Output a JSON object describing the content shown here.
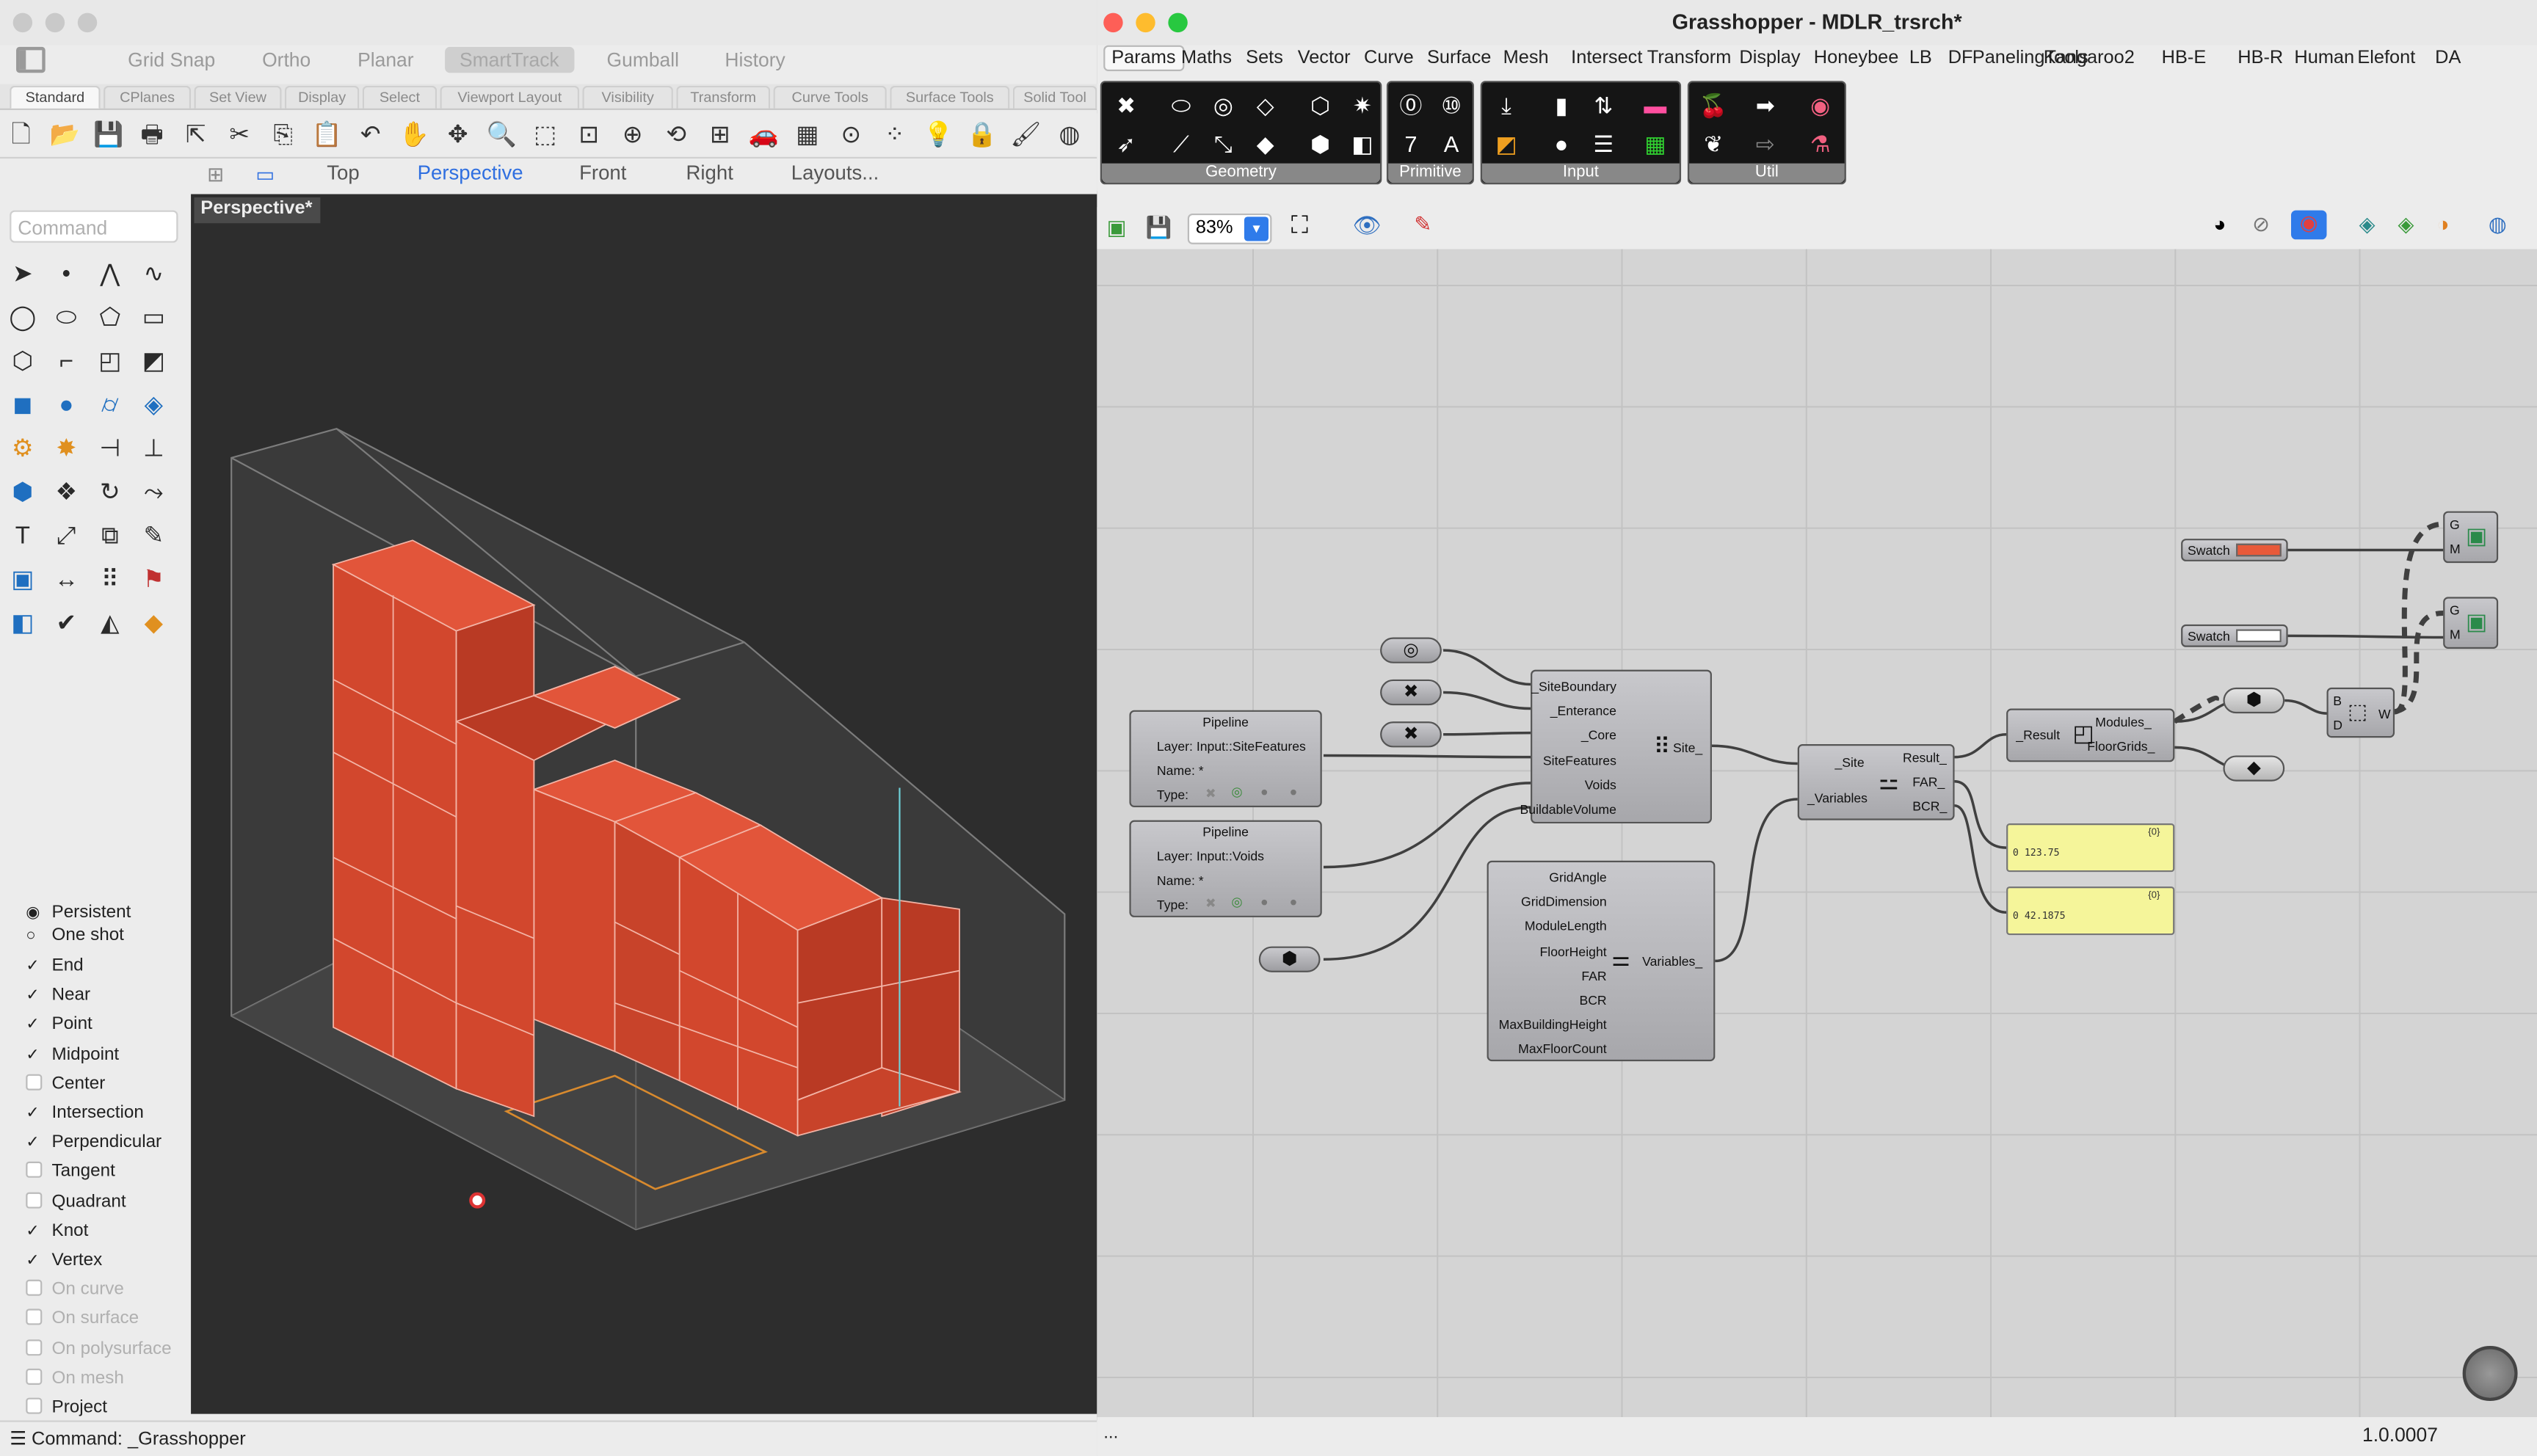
{
  "rhino": {
    "toggles": [
      "Grid Snap",
      "Ortho",
      "Planar",
      "SmartTrack",
      "Gumball",
      "History"
    ],
    "active_toggle": "SmartTrack",
    "tabs": [
      "Standard",
      "CPlanes",
      "Set View",
      "Display",
      "Select",
      "Viewport Layout",
      "Visibility",
      "Transform",
      "Curve Tools",
      "Surface Tools",
      "Solid Tool"
    ],
    "view_tabs": [
      "Top",
      "Perspective",
      "Front",
      "Right",
      "Layouts..."
    ],
    "active_view": "Perspective",
    "command_placeholder": "Command",
    "viewport_label": "Perspective*",
    "osnap": {
      "mode1": "Persistent",
      "mode2": "One shot",
      "items": [
        {
          "label": "End",
          "checked": true
        },
        {
          "label": "Near",
          "checked": true
        },
        {
          "label": "Point",
          "checked": true
        },
        {
          "label": "Midpoint",
          "checked": true
        },
        {
          "label": "Center",
          "checked": false
        },
        {
          "label": "Intersection",
          "checked": true
        },
        {
          "label": "Perpendicular",
          "checked": true
        },
        {
          "label": "Tangent",
          "checked": false
        },
        {
          "label": "Quadrant",
          "checked": false
        },
        {
          "label": "Knot",
          "checked": true
        },
        {
          "label": "Vertex",
          "checked": true
        },
        {
          "label": "On curve",
          "checked": false,
          "disabled": true
        },
        {
          "label": "On surface",
          "checked": false,
          "disabled": true
        },
        {
          "label": "On polysurface",
          "checked": false,
          "disabled": true
        },
        {
          "label": "On mesh",
          "checked": false,
          "disabled": true
        },
        {
          "label": "Project",
          "checked": false
        }
      ]
    },
    "status": "Command: _Grasshopper",
    "colors": {
      "block": "#d9472e",
      "bg": "#2d2d2d"
    }
  },
  "gh": {
    "title": "Grasshopper - MDLR_trsrch*",
    "menu": [
      "Params",
      "Maths",
      "Sets",
      "Vector",
      "Curve",
      "Surface",
      "Mesh",
      "Intersect",
      "Transform",
      "Display",
      "Honeybee",
      "LB",
      "DF",
      "PanelingTools",
      "Kangaroo2",
      "HB-E",
      "HB-R",
      "Human",
      "Elefont",
      "DA"
    ],
    "ribbon_groups": [
      "Geometry",
      "Primitive",
      "Input",
      "Util"
    ],
    "zoom": "83%",
    "pipeline1": {
      "title": "Pipeline",
      "layer": "Layer: Input::SiteFeatures",
      "name": "Name: *",
      "type": "Type:"
    },
    "pipeline2": {
      "title": "Pipeline",
      "layer": "Layer: Input::Voids",
      "name": "Name: *",
      "type": "Type:"
    },
    "site": {
      "inputs": [
        "_SiteBoundary",
        "_Enterance",
        "_Core",
        "SiteFeatures",
        "Voids",
        "BuildableVolume"
      ],
      "output": "Site_"
    },
    "vars": {
      "inputs": [
        "GridAngle",
        "GridDimension",
        "ModuleLength",
        "FloorHeight",
        "FAR",
        "BCR",
        "MaxBuildingHeight",
        "MaxFloorCount"
      ],
      "output": "Variables_"
    },
    "solver": {
      "inputs": [
        "_Site",
        "_Variables"
      ],
      "outputs": [
        "Result_",
        "FAR_",
        "BCR_"
      ]
    },
    "result": {
      "input": "_Result",
      "outputs": [
        "Modules_",
        "FloorGrids_"
      ]
    },
    "panels": [
      {
        "index": "{0}",
        "value": "0 123.75"
      },
      {
        "index": "{0}",
        "value": "0 42.1875"
      }
    ],
    "swatch_label": "Swatch",
    "swatch_colors": [
      "#e8593a",
      "#ffffff"
    ],
    "custom_preview": [
      "G",
      "M"
    ],
    "weave": {
      "inputs": [
        "B",
        "D"
      ],
      "output": "W"
    },
    "version": "1.0.0007",
    "status_left": "..."
  }
}
